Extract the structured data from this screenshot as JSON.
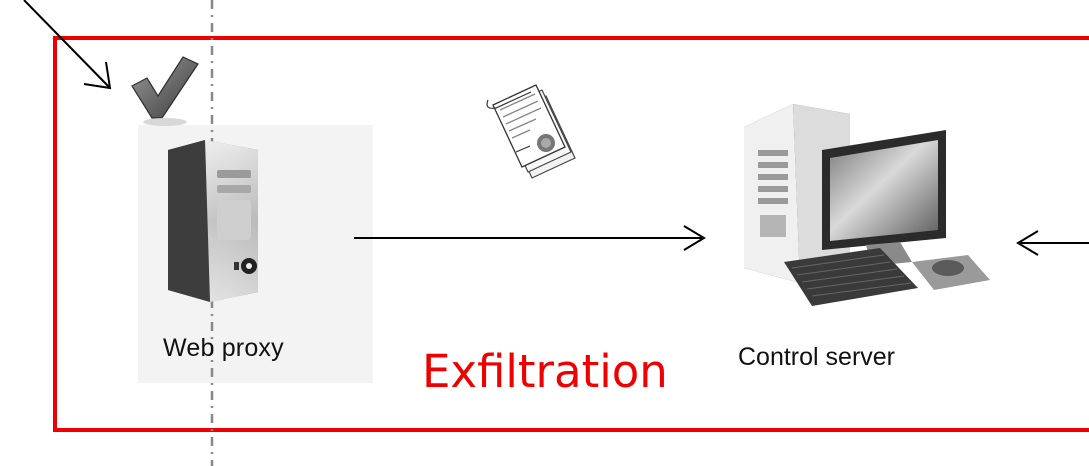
{
  "labels": {
    "web_proxy": "Web proxy",
    "exfiltration": "Exfiltration",
    "control_server": "Control server"
  },
  "colors": {
    "boundary": "#ee0000",
    "exfiltration_text": "#ee0000",
    "arrow": "#000000",
    "divider": "#888888",
    "checkmark": "#555555"
  },
  "icons": {
    "checkmark": "checkmark-icon",
    "proxy_server": "server-tower-icon",
    "document": "document-stack-icon",
    "control_server": "desktop-computer-icon"
  }
}
